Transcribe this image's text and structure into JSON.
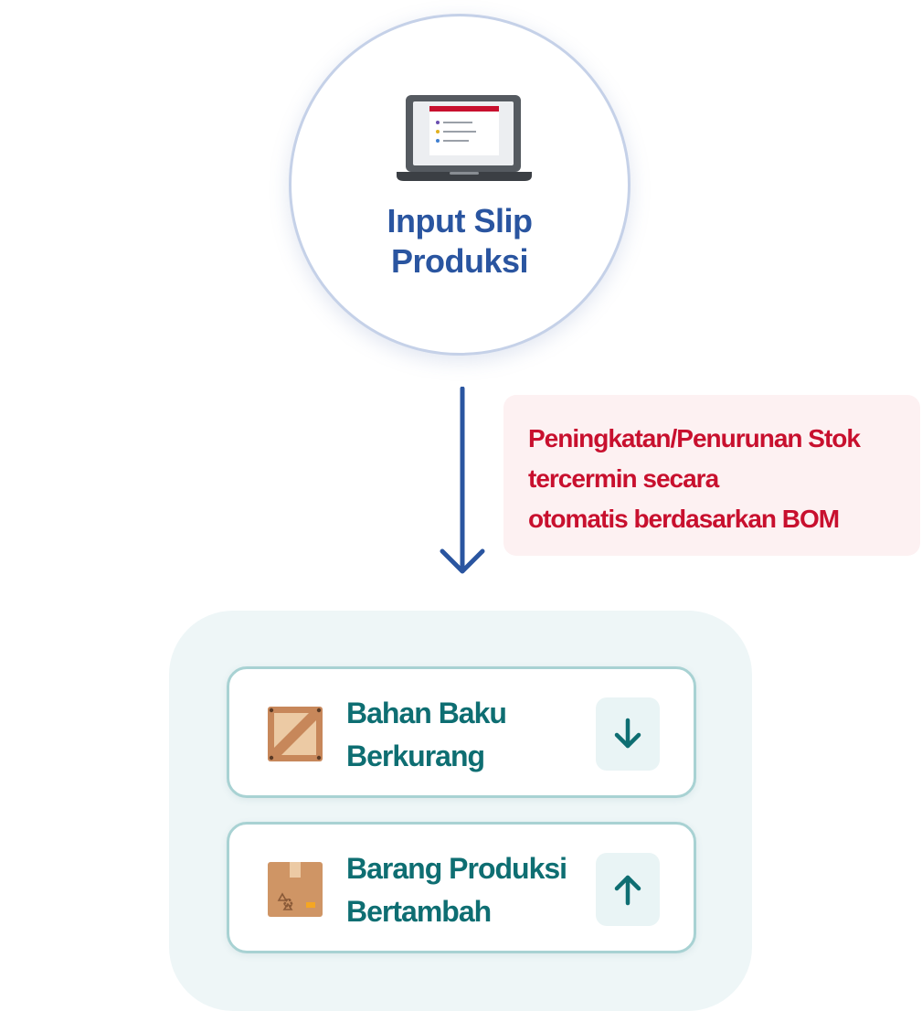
{
  "top": {
    "title_line1": "Input Slip",
    "title_line2": "Produksi",
    "icon": "laptop-icon"
  },
  "note": {
    "line1": "Peningkatan/Penurunan Stok",
    "line2": "tercermin secara",
    "line3": "otomatis berdasarkan BOM"
  },
  "results": [
    {
      "line1": "Bahan Baku",
      "line2": "Berkurang",
      "icon": "wooden-crate-icon",
      "direction": "down",
      "direction_icon": "arrow-down-icon"
    },
    {
      "line1": "Barang Produksi",
      "line2": "Bertambah",
      "icon": "cardboard-box-icon",
      "direction": "up",
      "direction_icon": "arrow-up-icon"
    }
  ],
  "colors": {
    "blue": "#2a55a0",
    "red": "#c8102e",
    "teal": "#0e6e72",
    "note_bg": "#fdf1f2",
    "panel_bg": "#eef6f7"
  }
}
